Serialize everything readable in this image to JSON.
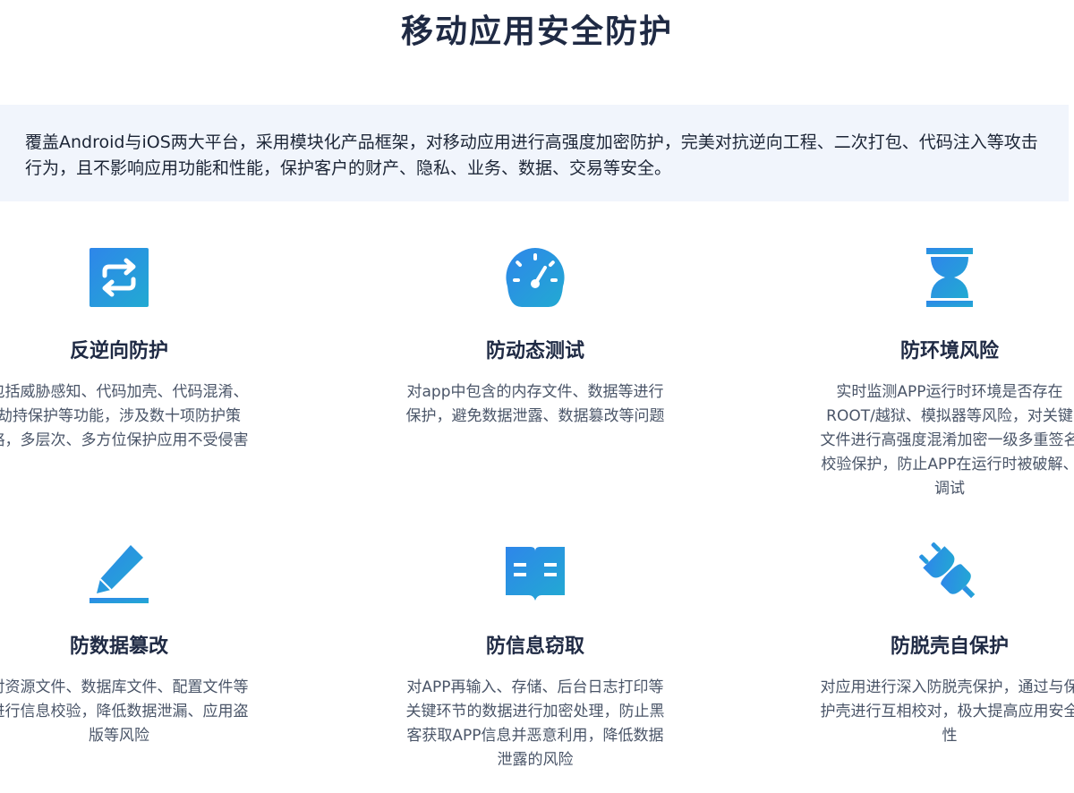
{
  "page": {
    "title": "移动应用安全防护",
    "intro": "覆盖Android与iOS两大平台，采用模块化产品框架，对移动应用进行高强度加密防护，完美对抗逆向工程、二次打包、代码注入等攻击行为，且不影响应用功能和性能，保护客户的财产、隐私、业务、数据、交易等安全。"
  },
  "features": [
    {
      "icon": "refresh-icon",
      "title": "反逆向防护",
      "desc": "包括威胁感知、代码加壳、代码混淆、劫持保护等功能，涉及数十项防护策略，多层次、多方位保护应用不受侵害"
    },
    {
      "icon": "speedometer-icon",
      "title": "防动态测试",
      "desc": "对app中包含的内存文件、数据等进行保护，避免数据泄露、数据篡改等问题"
    },
    {
      "icon": "hourglass-icon",
      "title": "防环境风险",
      "desc": "实时监测APP运行时环境是否存在ROOT/越狱、模拟器等风险，对关键文件进行高强度混淆加密一级多重签名校验保护，防止APP在运行时被破解、调试"
    },
    {
      "icon": "pencil-icon",
      "title": "防数据篡改",
      "desc": "对资源文件、数据库文件、配置文件等进行信息校验，降低数据泄漏、应用盗版等风险"
    },
    {
      "icon": "book-icon",
      "title": "防信息窃取",
      "desc": "对APP再输入、存储、后台日志打印等关键环节的数据进行加密处理，防止黑客获取APP信息并恶意利用，降低数据泄露的风险"
    },
    {
      "icon": "plug-icon",
      "title": "防脱壳自保护",
      "desc": "对应用进行深入防脱壳保护，通过与保护壳进行互相校对，极大提高应用安全性"
    }
  ],
  "colors": {
    "icon_gradient_start": "#2f8fe8",
    "icon_gradient_end": "#22a9d4",
    "intro_background": "#f1f5fc",
    "title_text": "#1f2a44",
    "body_text": "#4a5568"
  }
}
